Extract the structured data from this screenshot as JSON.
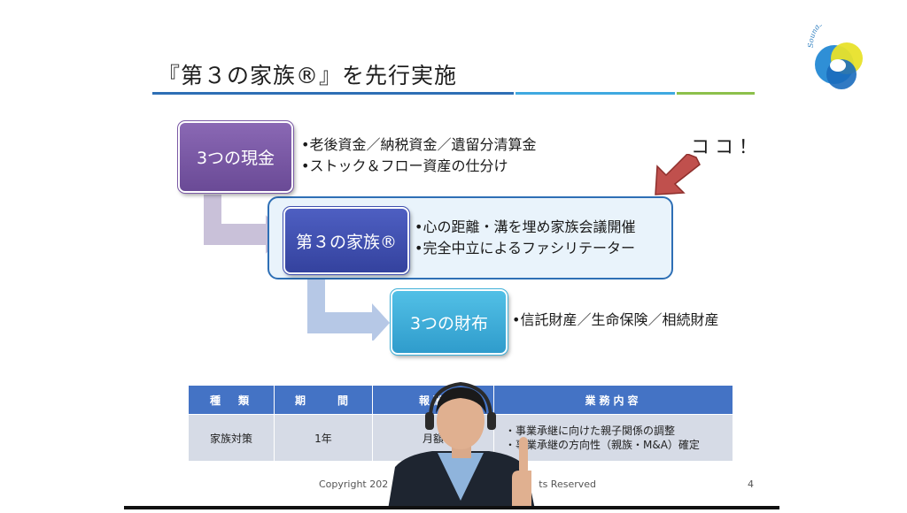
{
  "slide": {
    "title": "『第３の家族®』を先行実施",
    "logo_text": "Sounds Good!",
    "callout": "ココ！",
    "page_number": "4",
    "copyright_left": "Copyright 202",
    "copyright_right": "ts Reserved"
  },
  "flow": [
    {
      "label": "3つの現金",
      "bullets": [
        "•老後資金／納税資金／遺留分清算金",
        "•ストック＆フロー資産の仕分け"
      ]
    },
    {
      "label": "第３の家族®",
      "bullets": [
        "•心の距離・溝を埋め家族会議開催",
        "•完全中立によるファシリテーター"
      ]
    },
    {
      "label": "3つの財布",
      "bullets": [
        "•信託財産／生命保険／相続財産"
      ]
    }
  ],
  "table": {
    "headers": [
      "種　類",
      "期　　間",
      "報酬",
      "業務内容"
    ],
    "row": [
      "家族対策",
      "1年",
      "月額",
      [
        "・事業承継に向けた親子関係の調整",
        "・事業承継の方向性（親族・M&A）確定"
      ]
    ]
  },
  "colors": {
    "box1": "#7b5aa6",
    "box2": "#3f4fb0",
    "box3": "#3fb0d8",
    "header": "#4473c5",
    "callout_arrow": "#c0504d"
  }
}
